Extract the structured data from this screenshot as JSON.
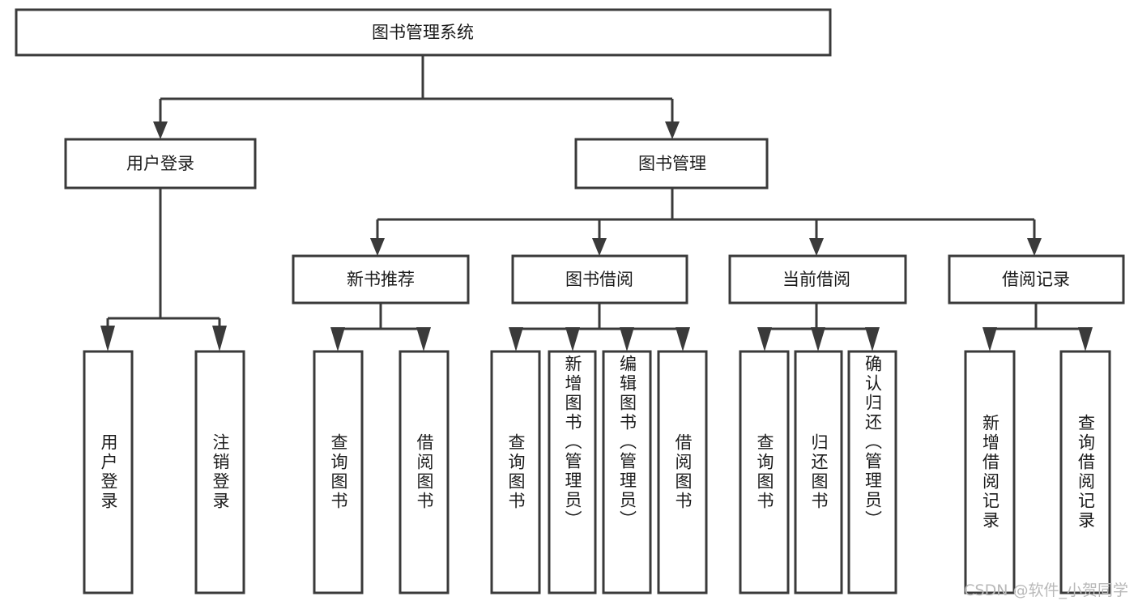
{
  "diagram": {
    "type": "tree",
    "title": "图书管理系统",
    "watermark": "CSDN @软件_小贺同学",
    "colors": {
      "stroke": "#3a3a3a",
      "fill": "#ffffff",
      "text": "#1b1b1b",
      "watermark": "#b9b9b9",
      "background": "#ffffff"
    },
    "nodes": {
      "root": {
        "label": "图书管理系统"
      },
      "level2": [
        {
          "label": "用户登录"
        },
        {
          "label": "图书管理"
        }
      ],
      "level3": [
        {
          "label": "新书推荐"
        },
        {
          "label": "图书借阅"
        },
        {
          "label": "当前借阅"
        },
        {
          "label": "借阅记录"
        }
      ],
      "leaves": {
        "user_login": [
          {
            "label": "用户登录"
          },
          {
            "label": "注销登录"
          }
        ],
        "new_book_recommend": [
          {
            "label": "查询图书"
          },
          {
            "label": "借阅图书"
          }
        ],
        "book_borrow": [
          {
            "label": "查询图书"
          },
          {
            "label": "新增图书（管理员）"
          },
          {
            "label": "编辑图书（管理员）"
          },
          {
            "label": "借阅图书"
          }
        ],
        "current_borrow": [
          {
            "label": "查询图书"
          },
          {
            "label": "归还图书"
          },
          {
            "label": "确认归还（管理员）"
          }
        ],
        "borrow_record": [
          {
            "label": "新增借阅记录"
          },
          {
            "label": "查询借阅记录"
          }
        ]
      }
    }
  }
}
